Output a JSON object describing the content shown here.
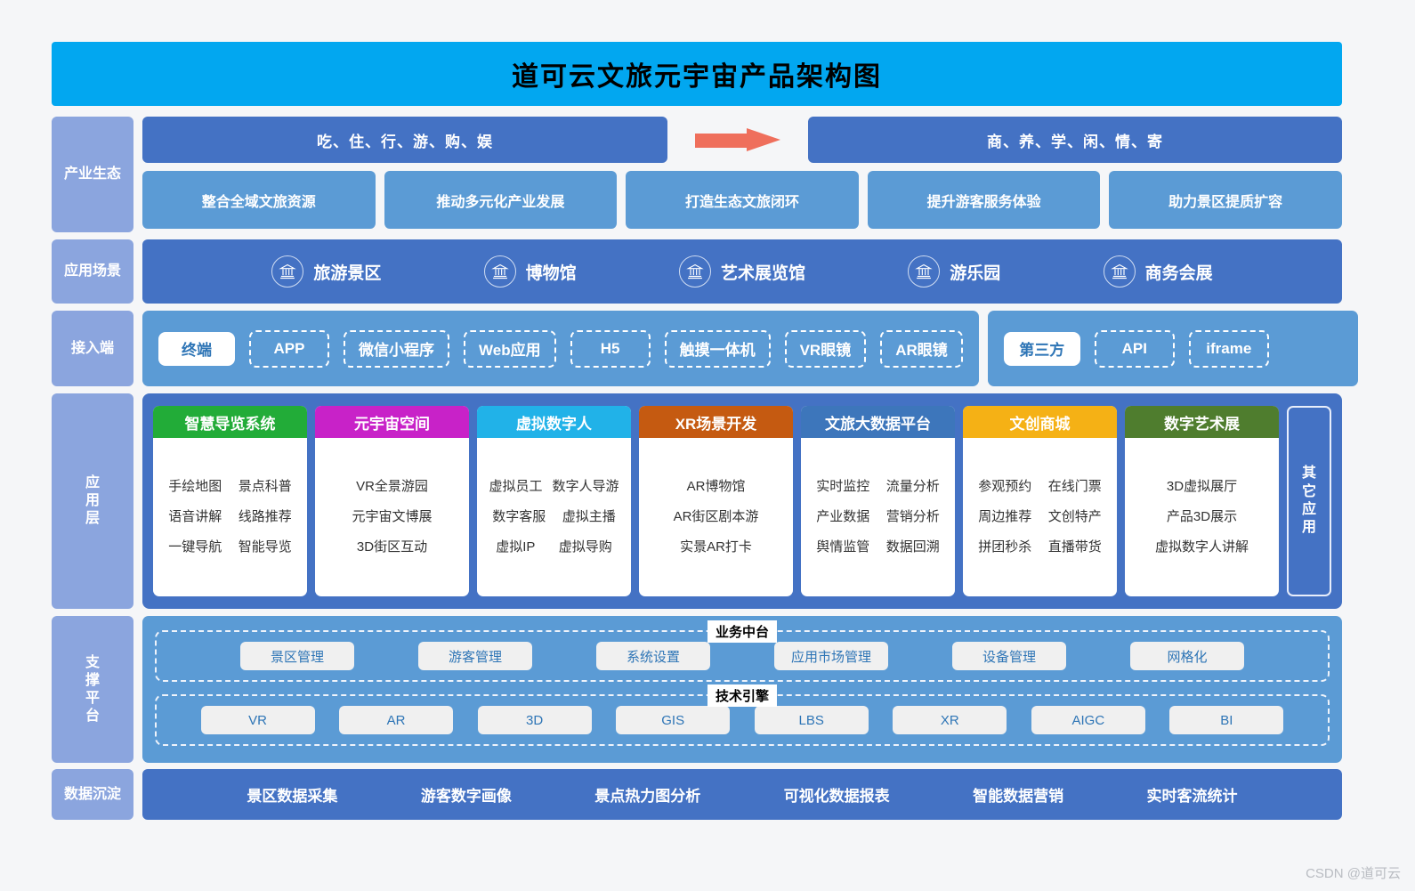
{
  "title": "道可云文旅元宇宙产品架构图",
  "watermark": "CSDN @道可云",
  "colors": {
    "title_bg": "#02a7f0",
    "band_dark": "#4472c4",
    "band_light": "#5b9bd5",
    "side_label": "#8ba5de",
    "arrow": "#ef6f5c"
  },
  "rows": {
    "ecosystem": {
      "side_label": "产业生态",
      "top_left": "吃、住、行、游、购、娱",
      "top_right": "商、养、学、闲、情、寄",
      "arrow_icon": "right-arrow-icon",
      "cards": [
        "整合全域文旅资源",
        "推动多元化产业发展",
        "打造生态文旅闭环",
        "提升游客服务体验",
        "助力景区提质扩容"
      ]
    },
    "scenarios": {
      "side_label": "应用场景",
      "items": [
        {
          "label": "旅游景区",
          "icon": "museum-building-icon"
        },
        {
          "label": "博物馆",
          "icon": "museum-building-icon"
        },
        {
          "label": "艺术展览馆",
          "icon": "museum-building-icon"
        },
        {
          "label": "游乐园",
          "icon": "museum-building-icon"
        },
        {
          "label": "商务会展",
          "icon": "museum-building-icon"
        }
      ]
    },
    "access": {
      "side_label": "接入端",
      "terminal_group": {
        "active": "终端",
        "chips": [
          "APP",
          "微信小程序",
          "Web应用",
          "H5",
          "触摸一体机",
          "VR眼镜",
          "AR眼镜"
        ]
      },
      "third_party_group": {
        "active": "第三方",
        "chips": [
          "API",
          "iframe"
        ]
      }
    },
    "application": {
      "side_label": "应用层",
      "side_label_chars": [
        "应",
        "用",
        "层"
      ],
      "other_label_chars": [
        "其",
        "它",
        "应",
        "用"
      ],
      "other_label": "其它应用",
      "cards": [
        {
          "title": "智慧导览系统",
          "color": "#22ac38",
          "columns": 2,
          "rows": [
            [
              "手绘地图",
              "景点科普"
            ],
            [
              "语音讲解",
              "线路推荐"
            ],
            [
              "一键导航",
              "智能导览"
            ]
          ]
        },
        {
          "title": "元宇宙空间",
          "color": "#c822c8",
          "columns": 1,
          "rows": [
            [
              "VR全景游园"
            ],
            [
              "元宇宙文博展"
            ],
            [
              "3D街区互动"
            ]
          ]
        },
        {
          "title": "虚拟数字人",
          "color": "#21b2e8",
          "columns": 2,
          "rows": [
            [
              "虚拟员工",
              "数字人导游"
            ],
            [
              "数字客服",
              "虚拟主播"
            ],
            [
              "虚拟IP",
              "虚拟导购"
            ]
          ]
        },
        {
          "title": "XR场景开发",
          "color": "#c55a11",
          "columns": 1,
          "rows": [
            [
              "AR博物馆"
            ],
            [
              "AR街区剧本游"
            ],
            [
              "实景AR打卡"
            ]
          ]
        },
        {
          "title": "文旅大数据平台",
          "color": "#3d76bb",
          "columns": 2,
          "rows": [
            [
              "实时监控",
              "流量分析"
            ],
            [
              "产业数据",
              "营销分析"
            ],
            [
              "舆情监管",
              "数据回溯"
            ]
          ]
        },
        {
          "title": "文创商城",
          "color": "#f5b115",
          "columns": 2,
          "rows": [
            [
              "参观预约",
              "在线门票"
            ],
            [
              "周边推荐",
              "文创特产"
            ],
            [
              "拼团秒杀",
              "直播带货"
            ]
          ]
        },
        {
          "title": "数字艺术展",
          "color": "#4f7d2e",
          "columns": 1,
          "rows": [
            [
              "3D虚拟展厅"
            ],
            [
              "产品3D展示"
            ],
            [
              "虚拟数字人讲解"
            ]
          ]
        }
      ]
    },
    "support": {
      "side_label": "支撑平台",
      "side_label_chars": [
        "支",
        "撑",
        "平",
        "台"
      ],
      "groups": [
        {
          "caption": "业务中台",
          "items": [
            "景区管理",
            "游客管理",
            "系统设置",
            "应用市场管理",
            "设备管理",
            "网格化"
          ]
        },
        {
          "caption": "技术引擎",
          "items": [
            "VR",
            "AR",
            "3D",
            "GIS",
            "LBS",
            "XR",
            "AIGC",
            "BI"
          ]
        }
      ]
    },
    "data": {
      "side_label": "数据沉淀",
      "items": [
        "景区数据采集",
        "游客数字画像",
        "景点热力图分析",
        "可视化数据报表",
        "智能数据营销",
        "实时客流统计"
      ]
    }
  }
}
